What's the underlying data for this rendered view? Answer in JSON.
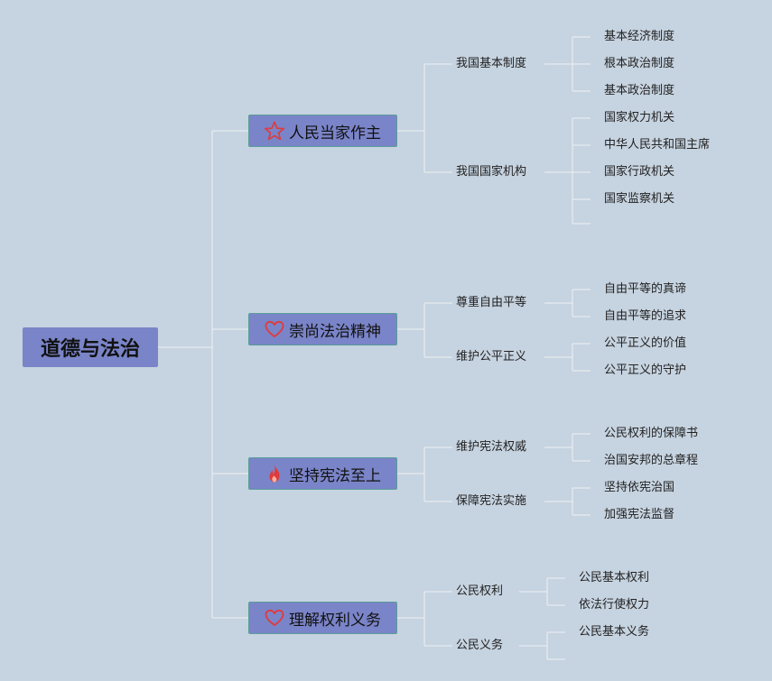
{
  "root": {
    "label": "道德与法治"
  },
  "branches": [
    {
      "label": "人民当家作主",
      "icon": "star-icon",
      "subs": [
        {
          "label": "我国基本制度",
          "leaves": [
            "基本经济制度",
            "根本政治制度",
            "基本政治制度"
          ]
        },
        {
          "label": "我国国家机构",
          "leaves": [
            "国家权力机关",
            "中华人民共和国主席",
            "国家行政机关",
            "国家监察机关",
            ""
          ]
        }
      ]
    },
    {
      "label": "崇尚法治精神",
      "icon": "heart-icon",
      "subs": [
        {
          "label": "尊重自由平等",
          "leaves": [
            "自由平等的真谛",
            "自由平等的追求"
          ]
        },
        {
          "label": "维护公平正义",
          "leaves": [
            "公平正义的价值",
            "公平正义的守护"
          ]
        }
      ]
    },
    {
      "label": "坚持宪法至上",
      "icon": "fire-icon",
      "subs": [
        {
          "label": "维护宪法权威",
          "leaves": [
            "公民权利的保障书",
            "治国安邦的总章程"
          ]
        },
        {
          "label": "保障宪法实施",
          "leaves": [
            "坚持依宪治国",
            "加强宪法监督"
          ]
        }
      ]
    },
    {
      "label": "理解权利义务",
      "icon": "heart-icon",
      "subs": [
        {
          "label": "公民权利",
          "leaves": [
            "公民基本权利",
            "依法行使权力"
          ]
        },
        {
          "label": "公民义务",
          "leaves": [
            "公民基本义务",
            ""
          ]
        }
      ]
    }
  ],
  "colors": {
    "background": "#c6d3e0",
    "node_fill": "#7a84c8",
    "line": "#e6ebf0",
    "icon_red": "#e03a3a"
  }
}
